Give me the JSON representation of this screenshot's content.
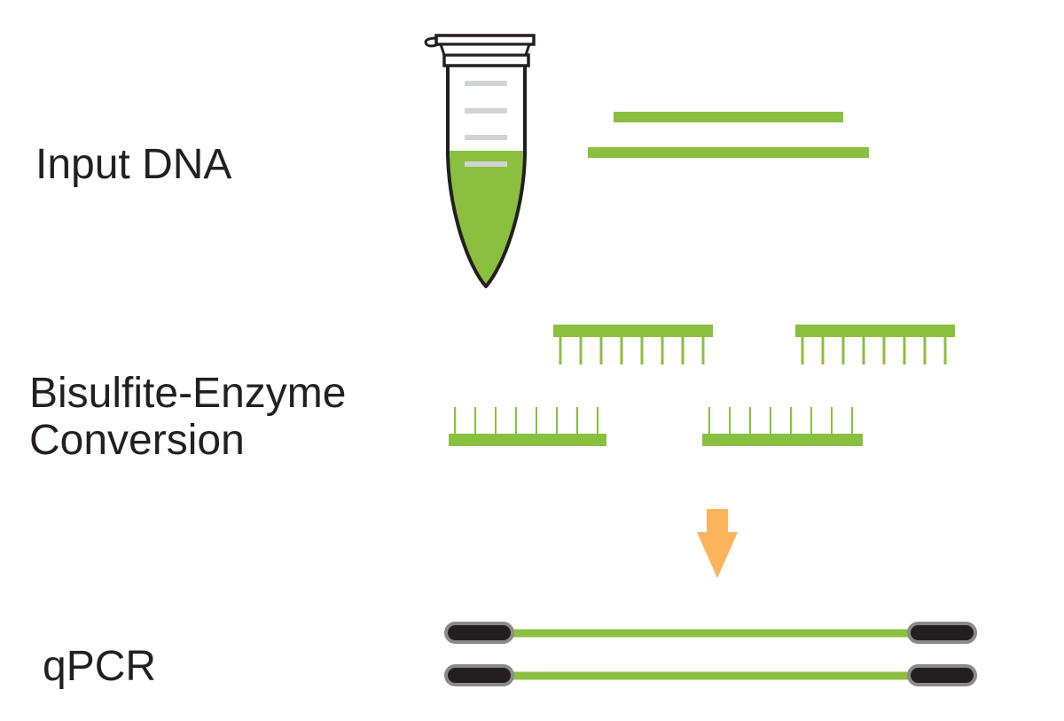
{
  "steps": {
    "input": {
      "label": "Input DNA"
    },
    "conversion": {
      "line1": "Bisulfite-Enzyme",
      "line2": "Conversion"
    },
    "qpcr": {
      "label": "qPCR"
    }
  },
  "colors": {
    "dna_strand": "#8bbf3f",
    "arrow": "#fbb45c",
    "primer": "#231f20",
    "primer_outline": "#8a8a8a",
    "tube_outline": "#231f20",
    "tube_marks": "#d1d3d4",
    "text": "#231f20"
  },
  "icons": {
    "tube": "microcentrifuge-tube-icon",
    "arrow": "down-arrow-icon"
  }
}
